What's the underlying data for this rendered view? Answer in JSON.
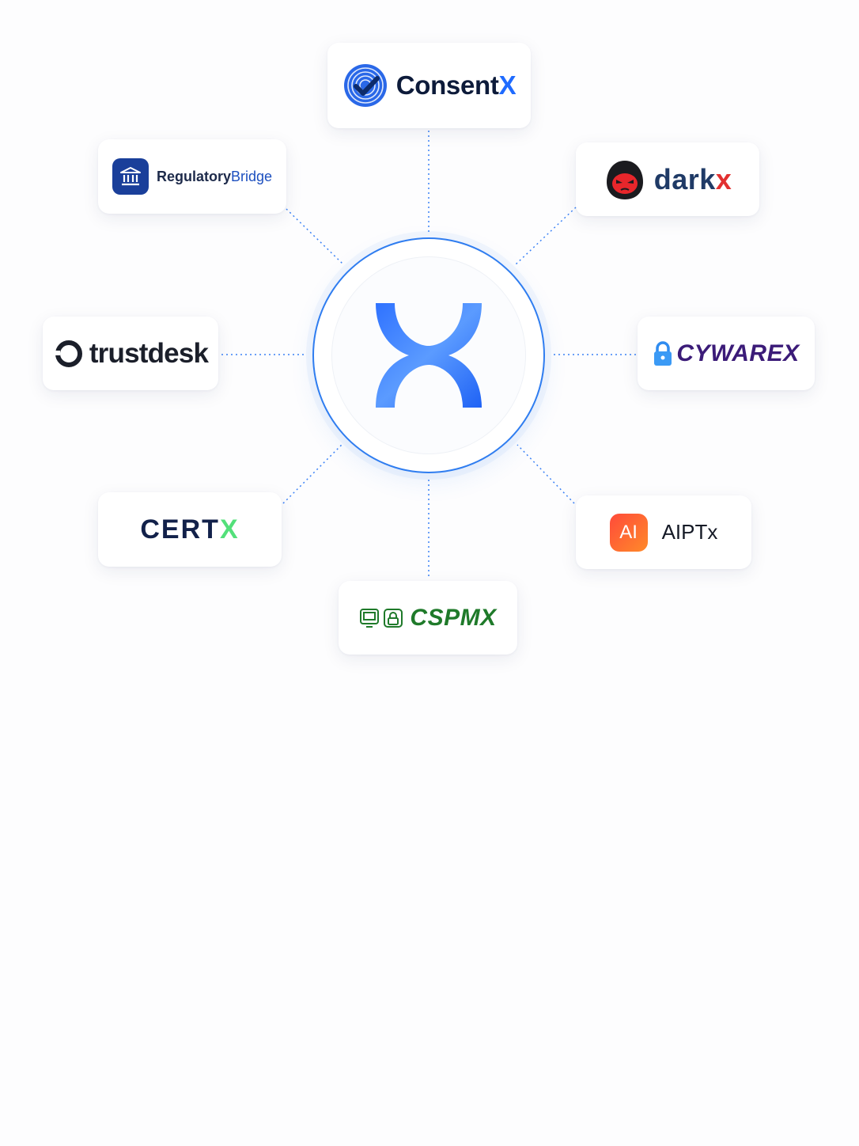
{
  "hub": {
    "icon": "x-brand-icon",
    "accent": "#2f7df0"
  },
  "partners": {
    "consentx": {
      "name_main": "Consent",
      "name_x": "X",
      "icon": "fingerprint-check-icon",
      "accent": "#1f6bff"
    },
    "regulatorybridge": {
      "name_main": "Regulatory",
      "name_bridge": "Bridge",
      "icon": "bank-building-icon",
      "accent": "#1a3f9a"
    },
    "darkx": {
      "name_main": "dark",
      "name_x": "x",
      "icon": "hooded-hacker-icon",
      "accent": "#e23030"
    },
    "trustdesk": {
      "name": "trustdesk",
      "icon": "ring-icon"
    },
    "cywarex": {
      "name": "CYWAREX",
      "icon": "padlock-icon",
      "accent": "#3b1b78"
    },
    "certx": {
      "name_main": "CERT",
      "name_x": "X",
      "accent": "#53e07a"
    },
    "aiptx": {
      "badge": "AI",
      "name": "AIPTx",
      "icon": "ai-badge-icon",
      "accent": "#ff5a34"
    },
    "cspmx": {
      "name": "CSPMX",
      "icon": "monitor-lock-icon",
      "accent": "#1f7a2a"
    }
  }
}
